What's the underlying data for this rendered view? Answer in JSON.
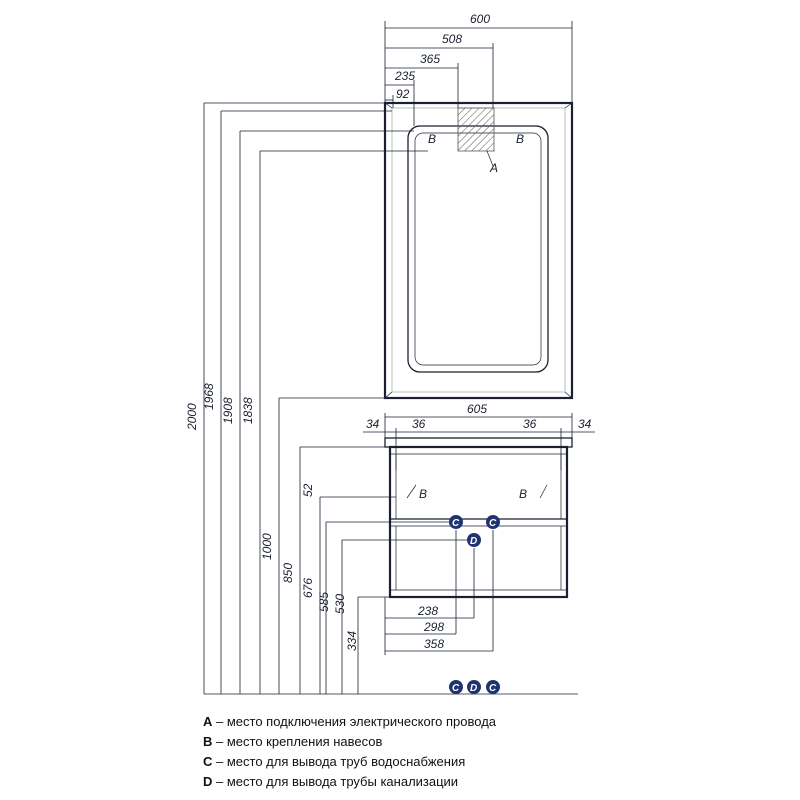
{
  "colors": {
    "line": "#1a2030",
    "marker": "#1f3370",
    "hatch": "#555555"
  },
  "mirror": {
    "width_dims": [
      "600",
      "508",
      "365",
      "235",
      "92"
    ],
    "mark_a": "A",
    "mark_b_left": "B",
    "mark_b_right": "B"
  },
  "cabinet": {
    "top_dims": {
      "left_edge": "34",
      "left_inner": "36",
      "width": "605",
      "right_inner": "36",
      "right_edge": "34"
    },
    "mark_b_left": "B",
    "mark_b_right": "B",
    "mark_c_left": "C",
    "mark_c_right": "C",
    "mark_d": "D",
    "bottom_dims": [
      "238",
      "298",
      "358"
    ]
  },
  "heights": [
    "2000",
    "1968",
    "1908",
    "1838",
    "1000",
    "850",
    "676",
    "585",
    "530",
    "334",
    "52"
  ],
  "floor_markers": [
    "C",
    "D",
    "C"
  ],
  "legend": [
    {
      "key": "A",
      "text": " – место подключения электрического провода"
    },
    {
      "key": "B",
      "text": " – место крепления навесов"
    },
    {
      "key": "C",
      "text": " – место для вывода труб водоснабжения"
    },
    {
      "key": "D",
      "text": " – место для вывода трубы канализации"
    }
  ]
}
